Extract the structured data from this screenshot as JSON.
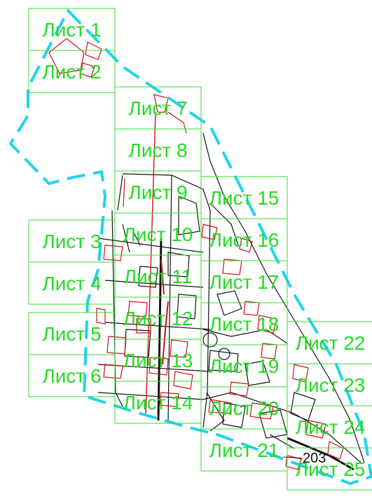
{
  "colors": {
    "grid": "#33dd33",
    "label": "#22dd22",
    "boundary": "#1ed3ee",
    "buildings": "#d01010",
    "lines": "#111111"
  },
  "sheets": [
    {
      "label": "Лист 1"
    },
    {
      "label": "Лист 2"
    },
    {
      "label": "Лист 3"
    },
    {
      "label": "Лист 4"
    },
    {
      "label": "Лист 5"
    },
    {
      "label": "Лист 6"
    },
    {
      "label": "Лист 7"
    },
    {
      "label": "Лист 8"
    },
    {
      "label": "Лист 9"
    },
    {
      "label": "Лист 10"
    },
    {
      "label": "Лист 11"
    },
    {
      "label": "Лист 12"
    },
    {
      "label": "Лист 13"
    },
    {
      "label": "Лист 14"
    },
    {
      "label": "Лист 15"
    },
    {
      "label": "Лист 16"
    },
    {
      "label": "Лист 17"
    },
    {
      "label": "Лист 18"
    },
    {
      "label": "Лист 19"
    },
    {
      "label": "Лист 20"
    },
    {
      "label": "Лист 21"
    },
    {
      "label": "Лист 22"
    },
    {
      "label": "Лист 23"
    },
    {
      "label": "Лист 24"
    },
    {
      "label": "Лист 25"
    }
  ],
  "annotation": "203"
}
